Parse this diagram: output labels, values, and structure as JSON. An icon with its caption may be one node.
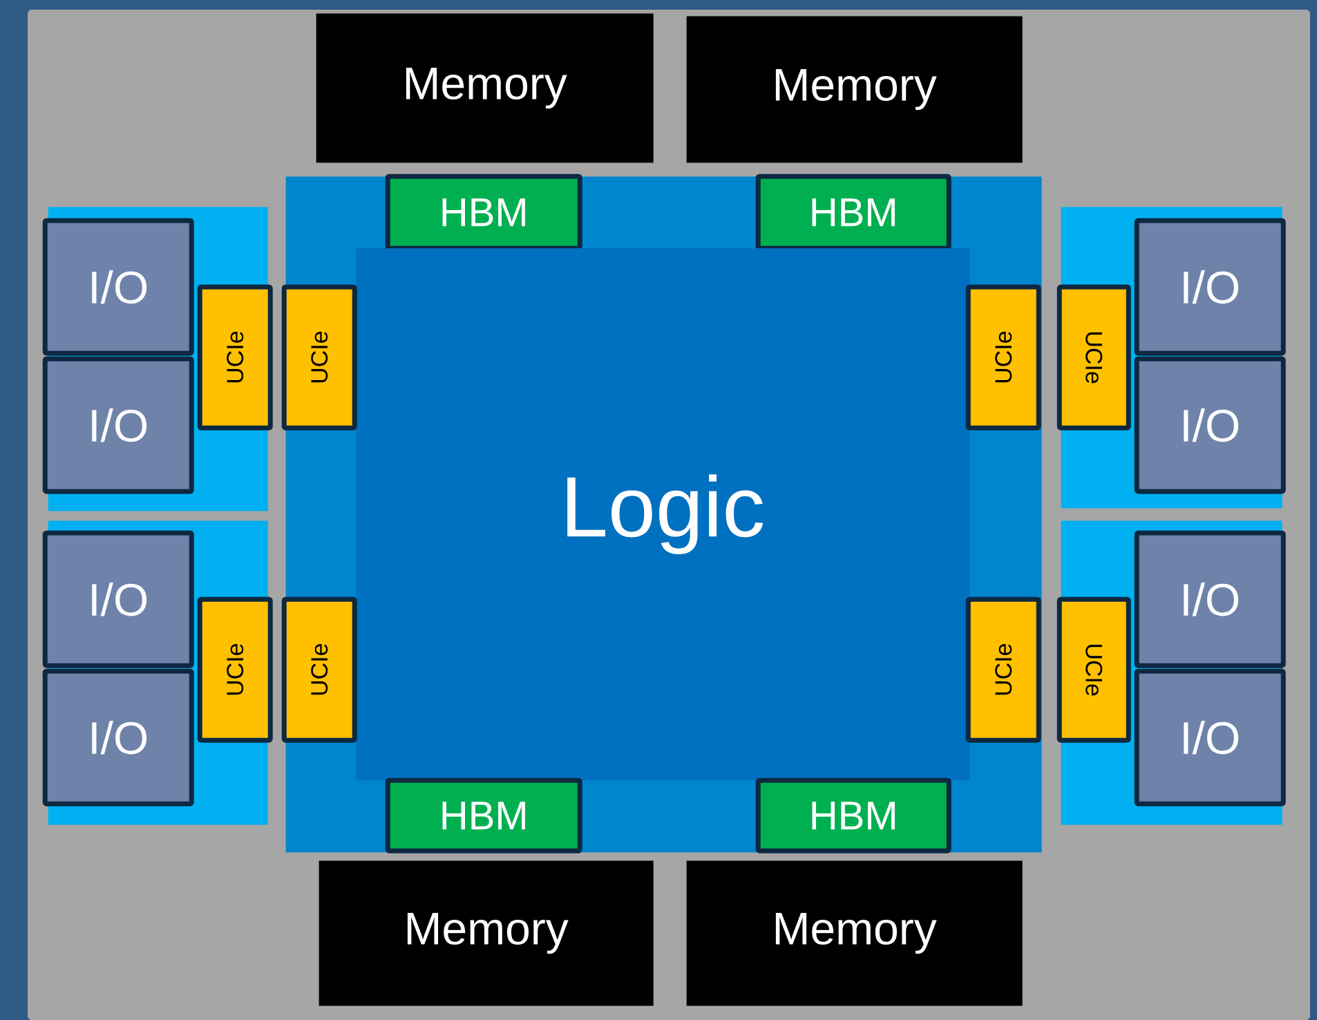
{
  "diagram": {
    "nodes": [
      {
        "text": [],
        "shape": "box"
      },
      {
        "text": [
          "Memory"
        ],
        "in": 0
      },
      {
        "text": [
          "Memory"
        ],
        "in": 0
      },
      {
        "text": [],
        "shape": "box",
        "in": 0
      },
      {
        "text": [
          "I/O"
        ],
        "in": 3
      },
      {
        "text": [
          "I/O"
        ],
        "in": 3
      },
      {
        "text": [
          "UCIe"
        ],
        "in": 3
      },
      {
        "text": [],
        "shape": "box",
        "in": 0
      },
      {
        "text": [
          "HBM"
        ],
        "in": 7
      },
      {
        "text": [
          "HBM"
        ],
        "in": 7
      },
      {
        "text": [
          "Logic"
        ],
        "in": 7
      },
      {
        "text": [
          "UCIe"
        ],
        "in": 7
      },
      {
        "text": [
          "UCIe"
        ],
        "in": 7
      },
      {
        "text": [
          "UCIe"
        ],
        "in": 7
      },
      {
        "text": [
          "UCIe"
        ],
        "in": 7
      },
      {
        "text": [
          "HBM"
        ],
        "in": 7
      },
      {
        "text": [
          "HBM"
        ],
        "in": 7
      },
      {
        "text": [],
        "shape": "box",
        "in": 0
      },
      {
        "text": [
          "I/O"
        ],
        "in": 17
      },
      {
        "text": [
          "I/O"
        ],
        "in": 17
      },
      {
        "text": [
          "UCIe"
        ],
        "in": 17
      },
      {
        "text": [],
        "shape": "box",
        "in": 0
      },
      {
        "text": [
          "I/O"
        ],
        "in": 21
      },
      {
        "text": [
          "I/O"
        ],
        "in": 21
      },
      {
        "text": [
          "UCIe"
        ],
        "in": 21
      },
      {
        "text": [],
        "shape": "box",
        "in": 0
      },
      {
        "text": [
          "I/O"
        ],
        "in": 25
      },
      {
        "text": [
          "I/O"
        ],
        "in": 25
      },
      {
        "text": [
          "UCIe"
        ],
        "in": 25
      },
      {
        "text": [
          "Memory"
        ],
        "in": 0
      },
      {
        "text": [
          "Memory"
        ],
        "in": 0
      }
    ]
  }
}
